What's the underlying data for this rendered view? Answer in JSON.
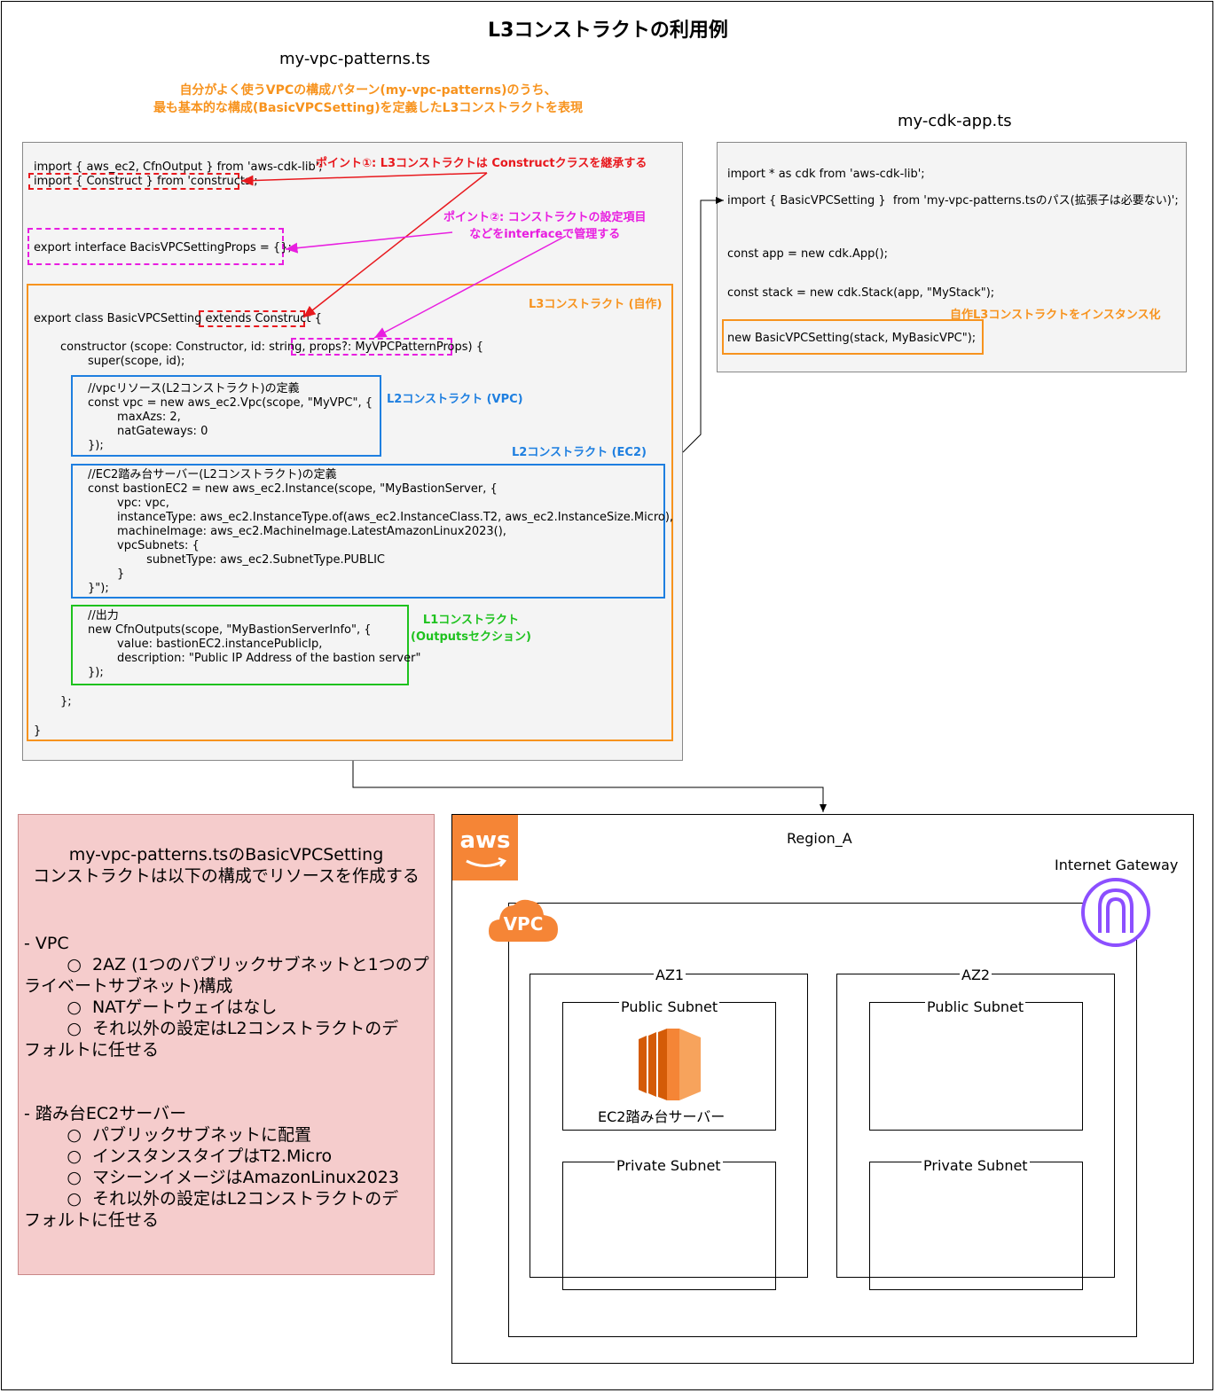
{
  "title": "L3コンストラクトの利用例",
  "left_file": "my-vpc-patterns.ts",
  "left_desc": [
    "自分がよく使うVPCの構成パターン(my-vpc-patterns)のうち、",
    "最も基本的な構成(BasicVPCSetting)を定義したL3コンストラクトを表現"
  ],
  "right_file": "my-cdk-app.ts",
  "code_left": {
    "import1": "import { aws_ec2, CfnOutput } from 'aws-cdk-lib';",
    "import2": "import { Construct } from 'constructs';",
    "iface": "export interface BacisVPCSettingProps = {};",
    "class_decl": "export class BasicVPCSetting extends Construct {",
    "ctor": "constructor (scope: Constructor, id: string, props?: MyVPCPatternProps) {",
    "super": "super(scope, id);",
    "vpc_block": "//vpcリソース(L2コンストラクト)の定義\nconst vpc = new aws_ec2.Vpc(scope, \"MyVPC\", {\n        maxAzs: 2,\n        natGateways: 0\n});",
    "ec2_block": "//EC2踏み台サーバー(L2コンストラクト)の定義\nconst bastionEC2 = new aws_ec2.Instance(scope, \"MyBastionServer, {\n        vpc: vpc,\n        instanceType: aws_ec2.InstanceType.of(aws_ec2.InstanceClass.T2, aws_ec2.InstanceSize.Micro),\n        machineImage: aws_ec2.MachineImage.LatestAmazonLinux2023(),\n        vpcSubnets: {\n                subnetType: aws_ec2.SubnetType.PUBLIC\n        }\n}\");",
    "out_block": "//出力\nnew CfnOutputs(scope, \"MyBastionServerInfo\", {\n        value: bastionEC2.instancePublicIp,\n        description: \"Public IP Address of the bastion server\"\n});",
    "close_ctor": "};",
    "close_class": "}"
  },
  "labels": {
    "point1": "ポイント①: L3コンストラクトは Constructクラスを継承する",
    "point2": "ポイント②: コンストラクトの設定項目\nなどをinterfaceで管理する",
    "l3": "L3コンストラクト (自作)",
    "l2_vpc": "L2コンストラクト (VPC)",
    "l2_ec2": "L2コンストラクト (EC2)",
    "l1": "L1コンストラクト\n(Outputsセクション)",
    "instantiate": "自作L3コンストラクトをインスタンス化"
  },
  "code_right": {
    "line1": "import * as cdk from 'aws-cdk-lib';",
    "line2": "import { BasicVPCSetting }  from 'my-vpc-patterns.tsのパス(拡張子は必要ない)';",
    "line3": "const app = new cdk.App();",
    "line4": "const stack = new cdk.Stack(app, \"MyStack\");",
    "line5": "new BasicVPCSetting(stack, MyBasicVPC\");"
  },
  "note": {
    "heading": "my-vpc-patterns.tsのBasicVPCSetting\nコンストラクトは以下の構成でリソースを作成する",
    "body": "- VPC\n        ○  2AZ (1つのパブリックサブネットと1つのプ\nライベートサブネット)構成\n        ○  NATゲートウェイはなし\n        ○  それ以外の設定はL2コンストラクトのデ\nフォルトに任せる\n\n\n- 踏み台EC2サーバー\n        ○  パブリックサブネットに配置\n        ○  インスタンスタイプはT2.Micro\n        ○  マシーンイメージはAmazonLinux2023\n        ○  それ以外の設定はL2コンストラクトのデ\nフォルトに任せる"
  },
  "diagram": {
    "region": "Region_A",
    "igw": "Internet Gateway",
    "aws_logo": "aws",
    "vpc_badge": "VPC",
    "az1": "AZ1",
    "az2": "AZ2",
    "public_subnet": "Public Subnet",
    "private_subnet": "Private Subnet",
    "ec2": "EC2踏み台サーバー"
  },
  "colors": {
    "orange": "#f7931e",
    "red": "#e8191e",
    "magenta": "#e81ee0",
    "blue": "#1e7fe0",
    "green": "#1ec21e",
    "note_bg": "#f5cccc",
    "igw_purple": "#8c4fff"
  }
}
